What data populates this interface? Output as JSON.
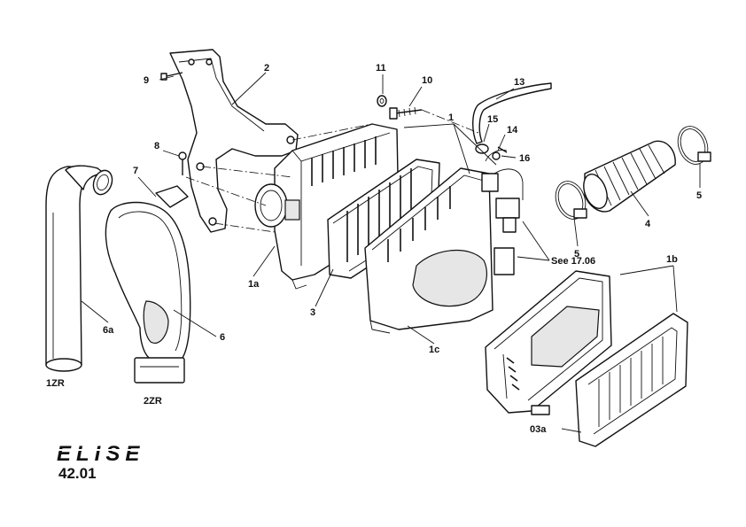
{
  "callouts": {
    "c1": "1",
    "c1a": "1a",
    "c1b": "1b",
    "c1c": "1c",
    "c2": "2",
    "c3": "3",
    "c4": "4",
    "c5a": "5",
    "c5b": "5",
    "c6": "6",
    "c6a": "6a",
    "c7": "7",
    "c8": "8",
    "c9": "9",
    "c10": "10",
    "c11": "11",
    "c13": "13",
    "c14": "14",
    "c15": "15",
    "c16": "16",
    "c03a": "03a",
    "c1zr": "1ZR",
    "c2zr": "2ZR"
  },
  "reference_note": "See 17.06",
  "brand_logo_text": "ELISE",
  "page_code": "42.01"
}
